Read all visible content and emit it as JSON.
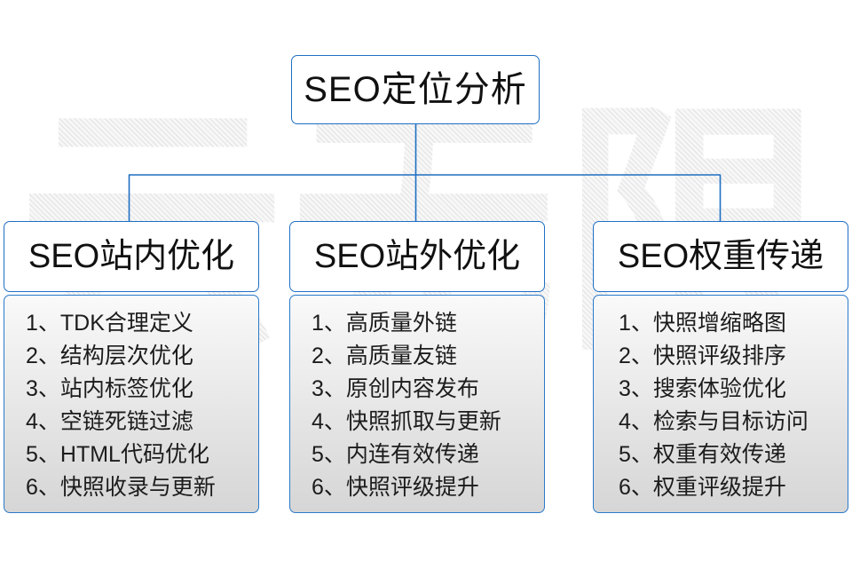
{
  "watermark": {
    "text": "云无限"
  },
  "root": {
    "label": "SEO定位分析"
  },
  "branches": [
    {
      "title": "SEO站内优化",
      "items": [
        {
          "num": "1、",
          "label": "TDK合理定义"
        },
        {
          "num": "2、",
          "label": "结构层次优化"
        },
        {
          "num": "3、",
          "label": "站内标签优化"
        },
        {
          "num": "4、",
          "label": "空链死链过滤"
        },
        {
          "num": "5、",
          "label": "HTML代码优化"
        },
        {
          "num": "6、",
          "label": "快照收录与更新"
        }
      ]
    },
    {
      "title": "SEO站外优化",
      "items": [
        {
          "num": "1、",
          "label": "高质量外链"
        },
        {
          "num": "2、",
          "label": "高质量友链"
        },
        {
          "num": "3、",
          "label": "原创内容发布"
        },
        {
          "num": "4、",
          "label": "快照抓取与更新"
        },
        {
          "num": "5、",
          "label": "内连有效传递"
        },
        {
          "num": "6、",
          "label": "快照评级提升"
        }
      ]
    },
    {
      "title": "SEO权重传递",
      "items": [
        {
          "num": "1、",
          "label": "快照增缩略图"
        },
        {
          "num": "2、",
          "label": "快照评级排序"
        },
        {
          "num": "3、",
          "label": "搜索体验优化"
        },
        {
          "num": "4、",
          "label": "检索与目标访问"
        },
        {
          "num": "5、",
          "label": "权重有效传递"
        },
        {
          "num": "6、",
          "label": "权重评级提升"
        }
      ]
    }
  ],
  "colors": {
    "border_blue": "#1f6fc4",
    "connector_blue": "#1f6fc4",
    "body_gradient_top": "#fafafa",
    "body_gradient_bottom": "#d6d6d6",
    "watermark_gray": "#efefef",
    "text": "#111111",
    "background": "#ffffff"
  }
}
